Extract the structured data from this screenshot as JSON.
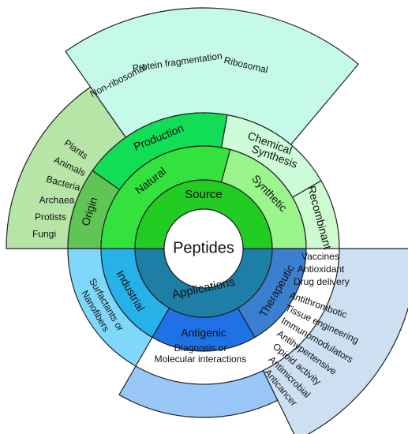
{
  "center": {
    "label": "Peptides",
    "color": "#ffffff"
  },
  "ring1": [
    {
      "label": "Source",
      "color": "#22cc22"
    },
    {
      "label": "Applications",
      "color": "#1e7fa6"
    }
  ],
  "ring2": [
    {
      "label": "Synthetic",
      "color": "#99f58c"
    },
    {
      "label": "Natural",
      "color": "#33e23d"
    },
    {
      "label": "Industrial",
      "color": "#26b1e8"
    },
    {
      "label": "Antigenic",
      "color": "#1f72e6"
    },
    {
      "label": "Therapeutic",
      "color": "#3a7fd0"
    }
  ],
  "ring3": [
    {
      "label": "Recombinant",
      "color": "#cdfbcf"
    },
    {
      "label": "Chemical Synthesis",
      "color": "#ccfcd8",
      "lines": [
        "Chemical",
        "Synthesis"
      ]
    },
    {
      "label": "Production",
      "color": "#11dd55"
    },
    {
      "label": "Origin",
      "color": "#5fc656"
    },
    {
      "label": "Surfactants or Nanofibers",
      "color": "#7fd8fa",
      "lines": [
        "Surfactants or",
        "Nanofibers"
      ]
    }
  ],
  "outer": {
    "production": {
      "color": "#c6fae8",
      "items": [
        "Ribosomal",
        "Protein fragmentation",
        "Non-ribosomal"
      ]
    },
    "origin": {
      "color": "#b6e5a7",
      "items": [
        "Plants",
        "Animals",
        "Bacteria",
        "Archaea",
        "Protists",
        "Fungi"
      ]
    },
    "antigenic": {
      "color": "#99c8f8",
      "lines": [
        "Diagnosis or",
        "Molecular interactions"
      ]
    },
    "therapeutic": {
      "color": "#cde0f2",
      "items": [
        "Vaccines",
        "Antioxidant",
        "Drug delivery",
        "Antithrombotic",
        "Tissue engineering",
        "Immunomodulators",
        "Antihypertensive",
        "Opioid activity",
        "Antimicrobial",
        "Anticancer"
      ]
    }
  }
}
